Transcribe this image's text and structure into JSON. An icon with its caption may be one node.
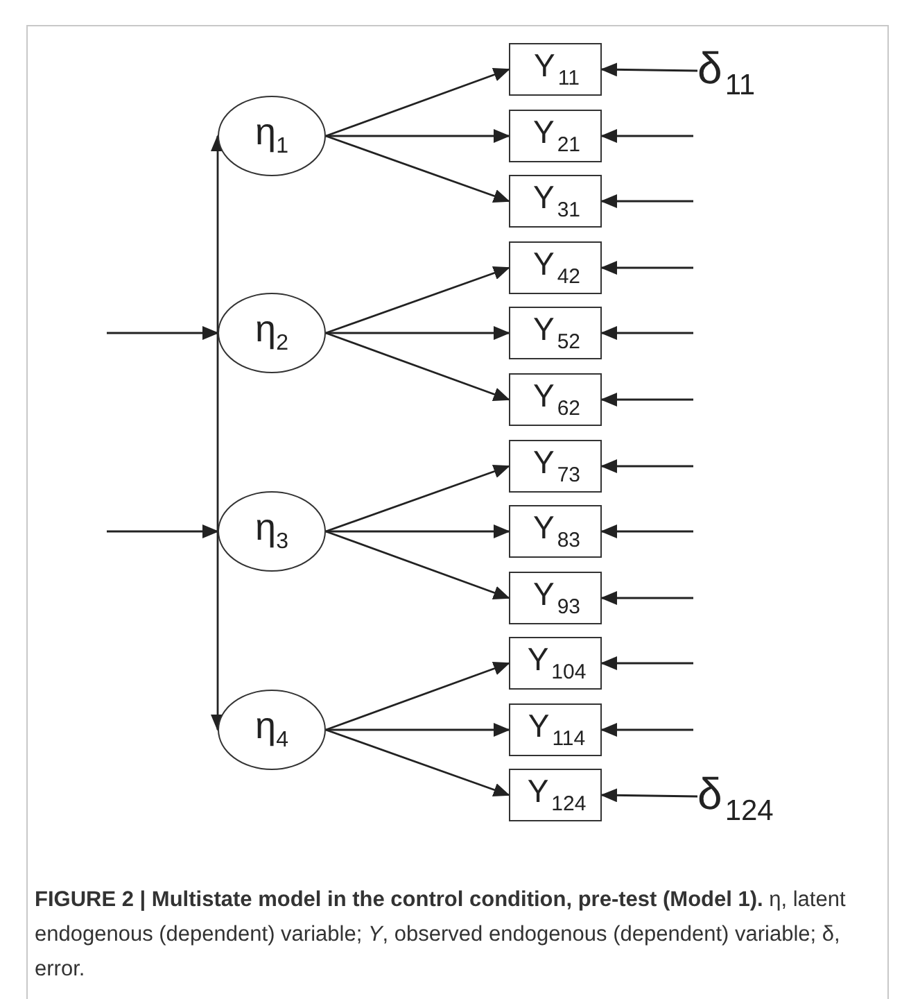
{
  "diagram": {
    "caption": "**FIGURE 2 | Multistate model in the control condition, pre-test (Model 1).** η, latent endogenous (dependent) variable; *Y*, observed endogenous (dependent) variable; δ, error.",
    "nodes": [
      {
        "text": [
          "η$_{1}$"
        ]
      },
      {
        "text": [
          "η$_{2}$"
        ]
      },
      {
        "text": [
          "η$_{3}$"
        ]
      },
      {
        "text": [
          "η$_{4}$"
        ]
      },
      {
        "text": [
          "Y$_{11}$"
        ]
      },
      {
        "text": [
          "Y$_{21}$"
        ]
      },
      {
        "text": [
          "Y$_{31}$"
        ]
      },
      {
        "text": [
          "Y$_{42}$"
        ]
      },
      {
        "text": [
          "Y$_{52}$"
        ]
      },
      {
        "text": [
          "Y$_{62}$"
        ]
      },
      {
        "text": [
          "Y$_{73}$"
        ]
      },
      {
        "text": [
          "Y$_{83}$"
        ]
      },
      {
        "text": [
          "Y$_{93}$"
        ]
      },
      {
        "text": [
          "Y$_{104}$"
        ]
      },
      {
        "text": [
          "Y$_{114}$"
        ]
      },
      {
        "text": [
          "Y$_{124}$"
        ]
      },
      {
        "text": [
          "δ$_{11}$"
        ]
      },
      {
        "text": [
          "δ$_{124}$"
        ]
      }
    ],
    "edges": [
      {
        "from": 0,
        "to": 4,
        "arrow": "to"
      },
      {
        "from": 0,
        "to": 5,
        "arrow": "to"
      },
      {
        "from": 0,
        "to": 6,
        "arrow": "to"
      },
      {
        "from": 1,
        "to": 7,
        "arrow": "to"
      },
      {
        "from": 1,
        "to": 8,
        "arrow": "to"
      },
      {
        "from": 1,
        "to": 9,
        "arrow": "to"
      },
      {
        "from": 2,
        "to": 10,
        "arrow": "to"
      },
      {
        "from": 2,
        "to": 11,
        "arrow": "to"
      },
      {
        "from": 2,
        "to": 12,
        "arrow": "to"
      },
      {
        "from": 3,
        "to": 13,
        "arrow": "to"
      },
      {
        "from": 3,
        "to": 14,
        "arrow": "to"
      },
      {
        "from": 3,
        "to": 15,
        "arrow": "to"
      },
      {
        "from": 16,
        "to": 4,
        "arrow": "to"
      },
      {
        "from": null,
        "to": 5,
        "arrow": "to"
      },
      {
        "from": null,
        "to": 6,
        "arrow": "to"
      },
      {
        "from": null,
        "to": 7,
        "arrow": "to"
      },
      {
        "from": null,
        "to": 8,
        "arrow": "to"
      },
      {
        "from": null,
        "to": 9,
        "arrow": "to"
      },
      {
        "from": null,
        "to": 10,
        "arrow": "to"
      },
      {
        "from": null,
        "to": 11,
        "arrow": "to"
      },
      {
        "from": null,
        "to": 12,
        "arrow": "to"
      },
      {
        "from": null,
        "to": 13,
        "arrow": "to"
      },
      {
        "from": null,
        "to": 14,
        "arrow": "to"
      },
      {
        "from": 17,
        "to": 15,
        "arrow": "to"
      },
      {
        "from": null,
        "to": 1,
        "arrow": "to"
      },
      {
        "from": null,
        "to": 2,
        "arrow": "to"
      },
      {
        "from": 1,
        "to": 0,
        "arrow": "to"
      },
      {
        "from": 1,
        "to": 2,
        "arrow": "none"
      },
      {
        "from": 2,
        "to": 3,
        "arrow": "to"
      }
    ]
  }
}
